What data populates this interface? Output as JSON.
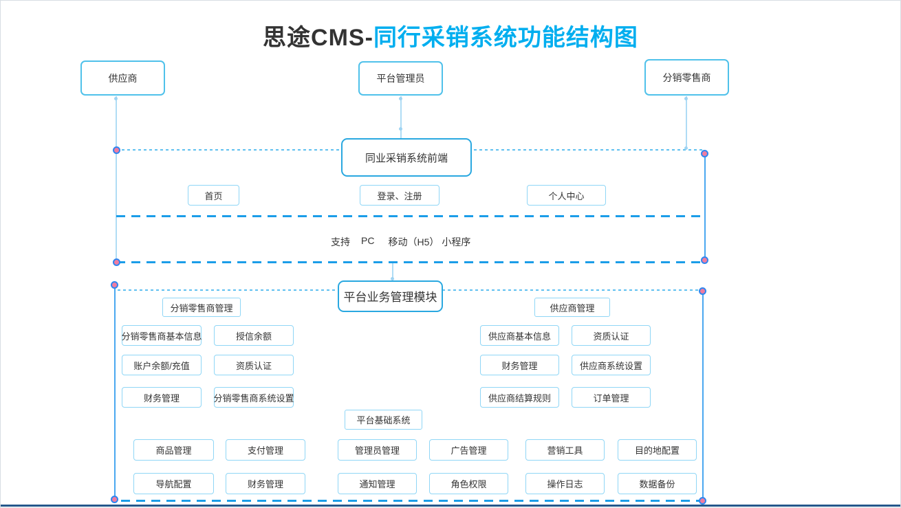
{
  "title": {
    "prefix": "思途CMS-",
    "highlight": "同行采销系统功能结构图"
  },
  "colors": {
    "accent": "#00AEEF",
    "box_border": "#4FC1EA",
    "strong_border": "#29A8E0",
    "light_border": "#8FD6F6",
    "dashed_line": "#1B9DE8",
    "bottom_bar": "#24578B",
    "node_ring": "#2E86F0",
    "node_center": "#F07CA0"
  },
  "actors": {
    "supplier": "供应商",
    "admin": "平台管理员",
    "retailer": "分销零售商"
  },
  "frontend": {
    "title": "同业采销系统前端",
    "items": [
      "首页",
      "登录、注册",
      "个人中心"
    ],
    "support": [
      "支持",
      "PC",
      "移动（H5）",
      "小程序"
    ]
  },
  "backend": {
    "title": "平台业务管理模块",
    "retailer_group": {
      "title": "分销零售商管理",
      "items": [
        "分销零售商基本信息",
        "授信余额",
        "账户余额/充值",
        "资质认证",
        "财务管理",
        "分销零售商系统设置"
      ]
    },
    "supplier_group": {
      "title": "供应商管理",
      "items": [
        "供应商基本信息",
        "资质认证",
        "财务管理",
        "供应商系统设置",
        "供应商结算规则",
        "订单管理"
      ]
    },
    "base_group": {
      "title": "平台基础系统",
      "items": [
        "商品管理",
        "支付管理",
        "管理员管理",
        "广告管理",
        "营销工具",
        "目的地配置",
        "导航配置",
        "财务管理",
        "通知管理",
        "角色权限",
        "操作日志",
        "数据备份"
      ]
    }
  }
}
